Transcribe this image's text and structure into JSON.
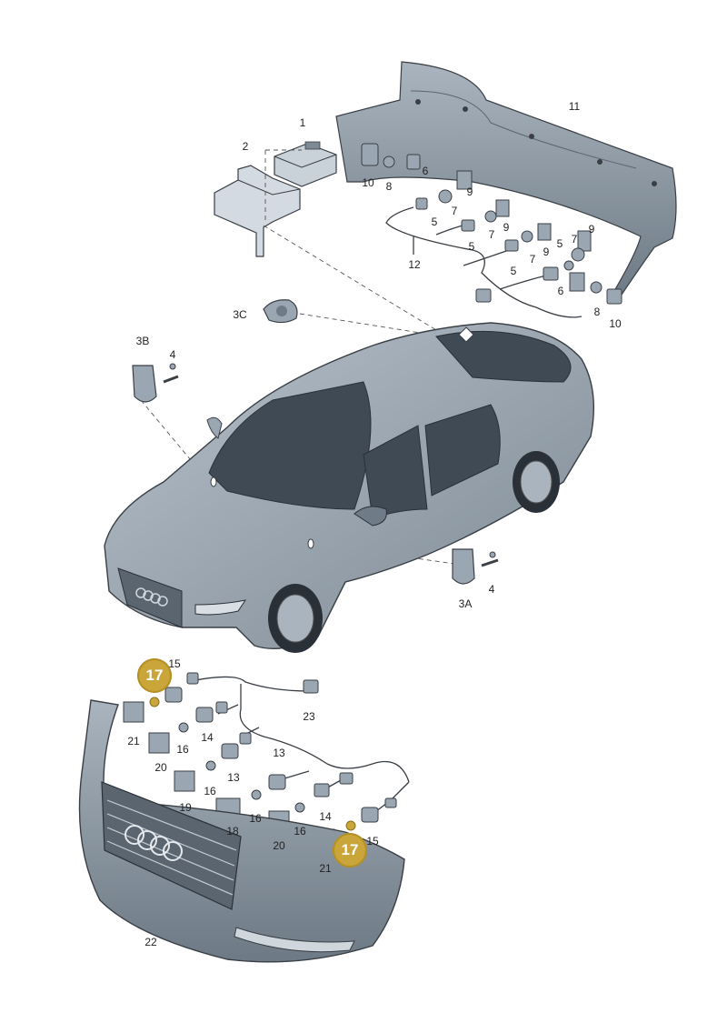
{
  "callouts": {
    "c1": "1",
    "c2": "2",
    "c3C": "3C",
    "c3B": "3B",
    "c4a": "4",
    "c4b": "4",
    "c3A": "3A",
    "c11": "11",
    "c10a": "10",
    "c8a": "8",
    "c6a": "6",
    "c9a": "9",
    "c7a": "7",
    "c5a": "5",
    "c9b": "9",
    "c7b": "7",
    "c5b": "5",
    "c9c": "9",
    "c7c": "7",
    "c7d": "7",
    "c9d": "9",
    "c5c": "5",
    "c5d": "5",
    "c6b": "6",
    "c8b": "8",
    "c10b": "10",
    "c12": "12",
    "c15a": "15",
    "c21a": "21",
    "c14a": "14",
    "c23": "23",
    "c20a": "20",
    "c16a": "16",
    "c13a": "13",
    "c13b": "13",
    "c16b": "16",
    "c19": "19",
    "c14b": "14",
    "c16c": "16",
    "c18": "18",
    "c20b": "20",
    "c16d": "16",
    "c15b": "15",
    "c21b": "21",
    "c22": "22"
  },
  "highlight": {
    "badge_a": "17",
    "badge_b": "17",
    "color": "#c9a53a"
  },
  "colors": {
    "body_paint": "#9aa6b2",
    "body_dark": "#6f7c88",
    "window": "#3f4a55",
    "line": "#3a3f45",
    "badge": "#c9a53a"
  }
}
